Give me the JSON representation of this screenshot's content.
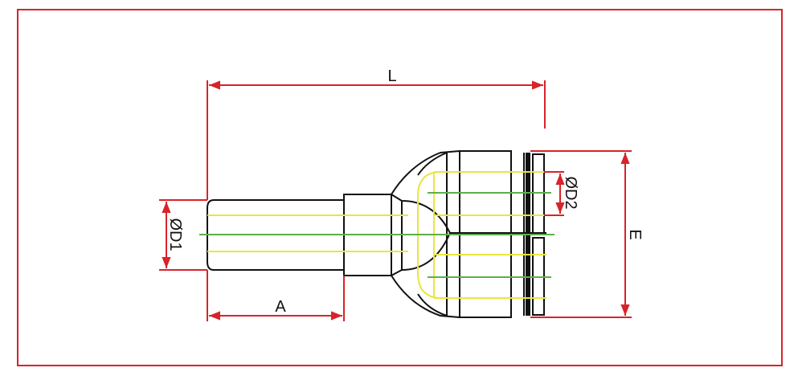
{
  "labels": {
    "L": "L",
    "A": "A",
    "D1": "ØD1",
    "D2": "ØD2",
    "E": "E"
  },
  "colors": {
    "dimension": "#d8232a",
    "outline": "#111111",
    "inner": "#e8e640",
    "centerline": "#5bb04a"
  }
}
